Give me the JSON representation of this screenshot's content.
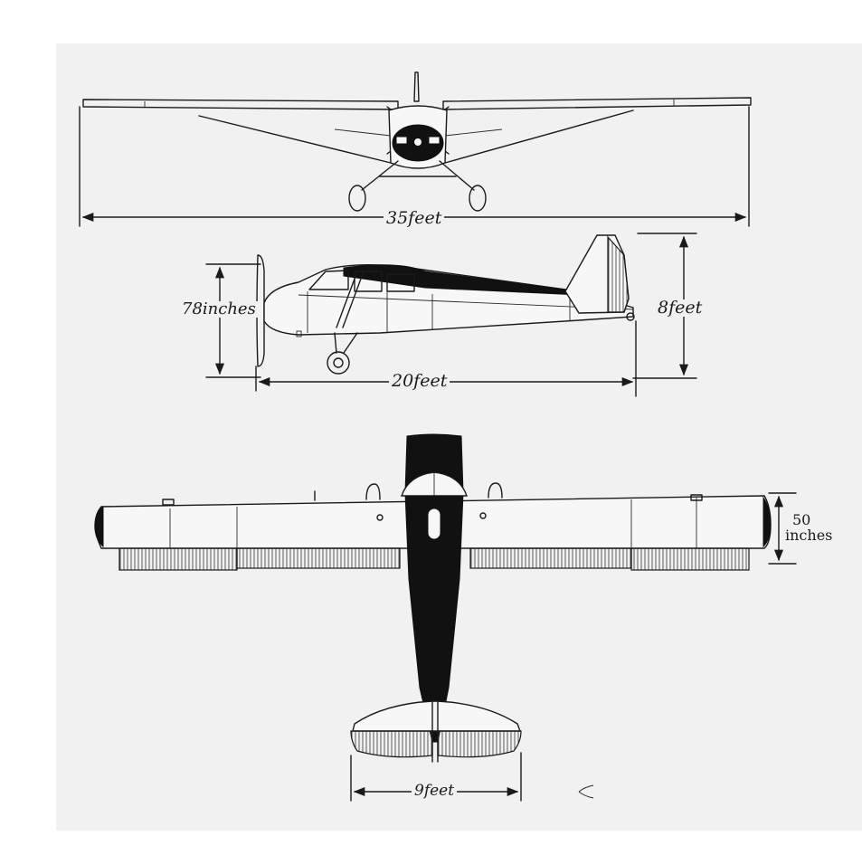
{
  "drawing": {
    "labels": {
      "wingspan": "35feet",
      "prop_diameter": "78inches",
      "height": "8feet",
      "length": "20feet",
      "float_height_value": "50",
      "float_height_unit": "inches",
      "tail_span": "9feet"
    },
    "colors": {
      "ink": "#1a1a1a",
      "paper": "#f1f1f1",
      "fill_dark": "#111111"
    }
  }
}
